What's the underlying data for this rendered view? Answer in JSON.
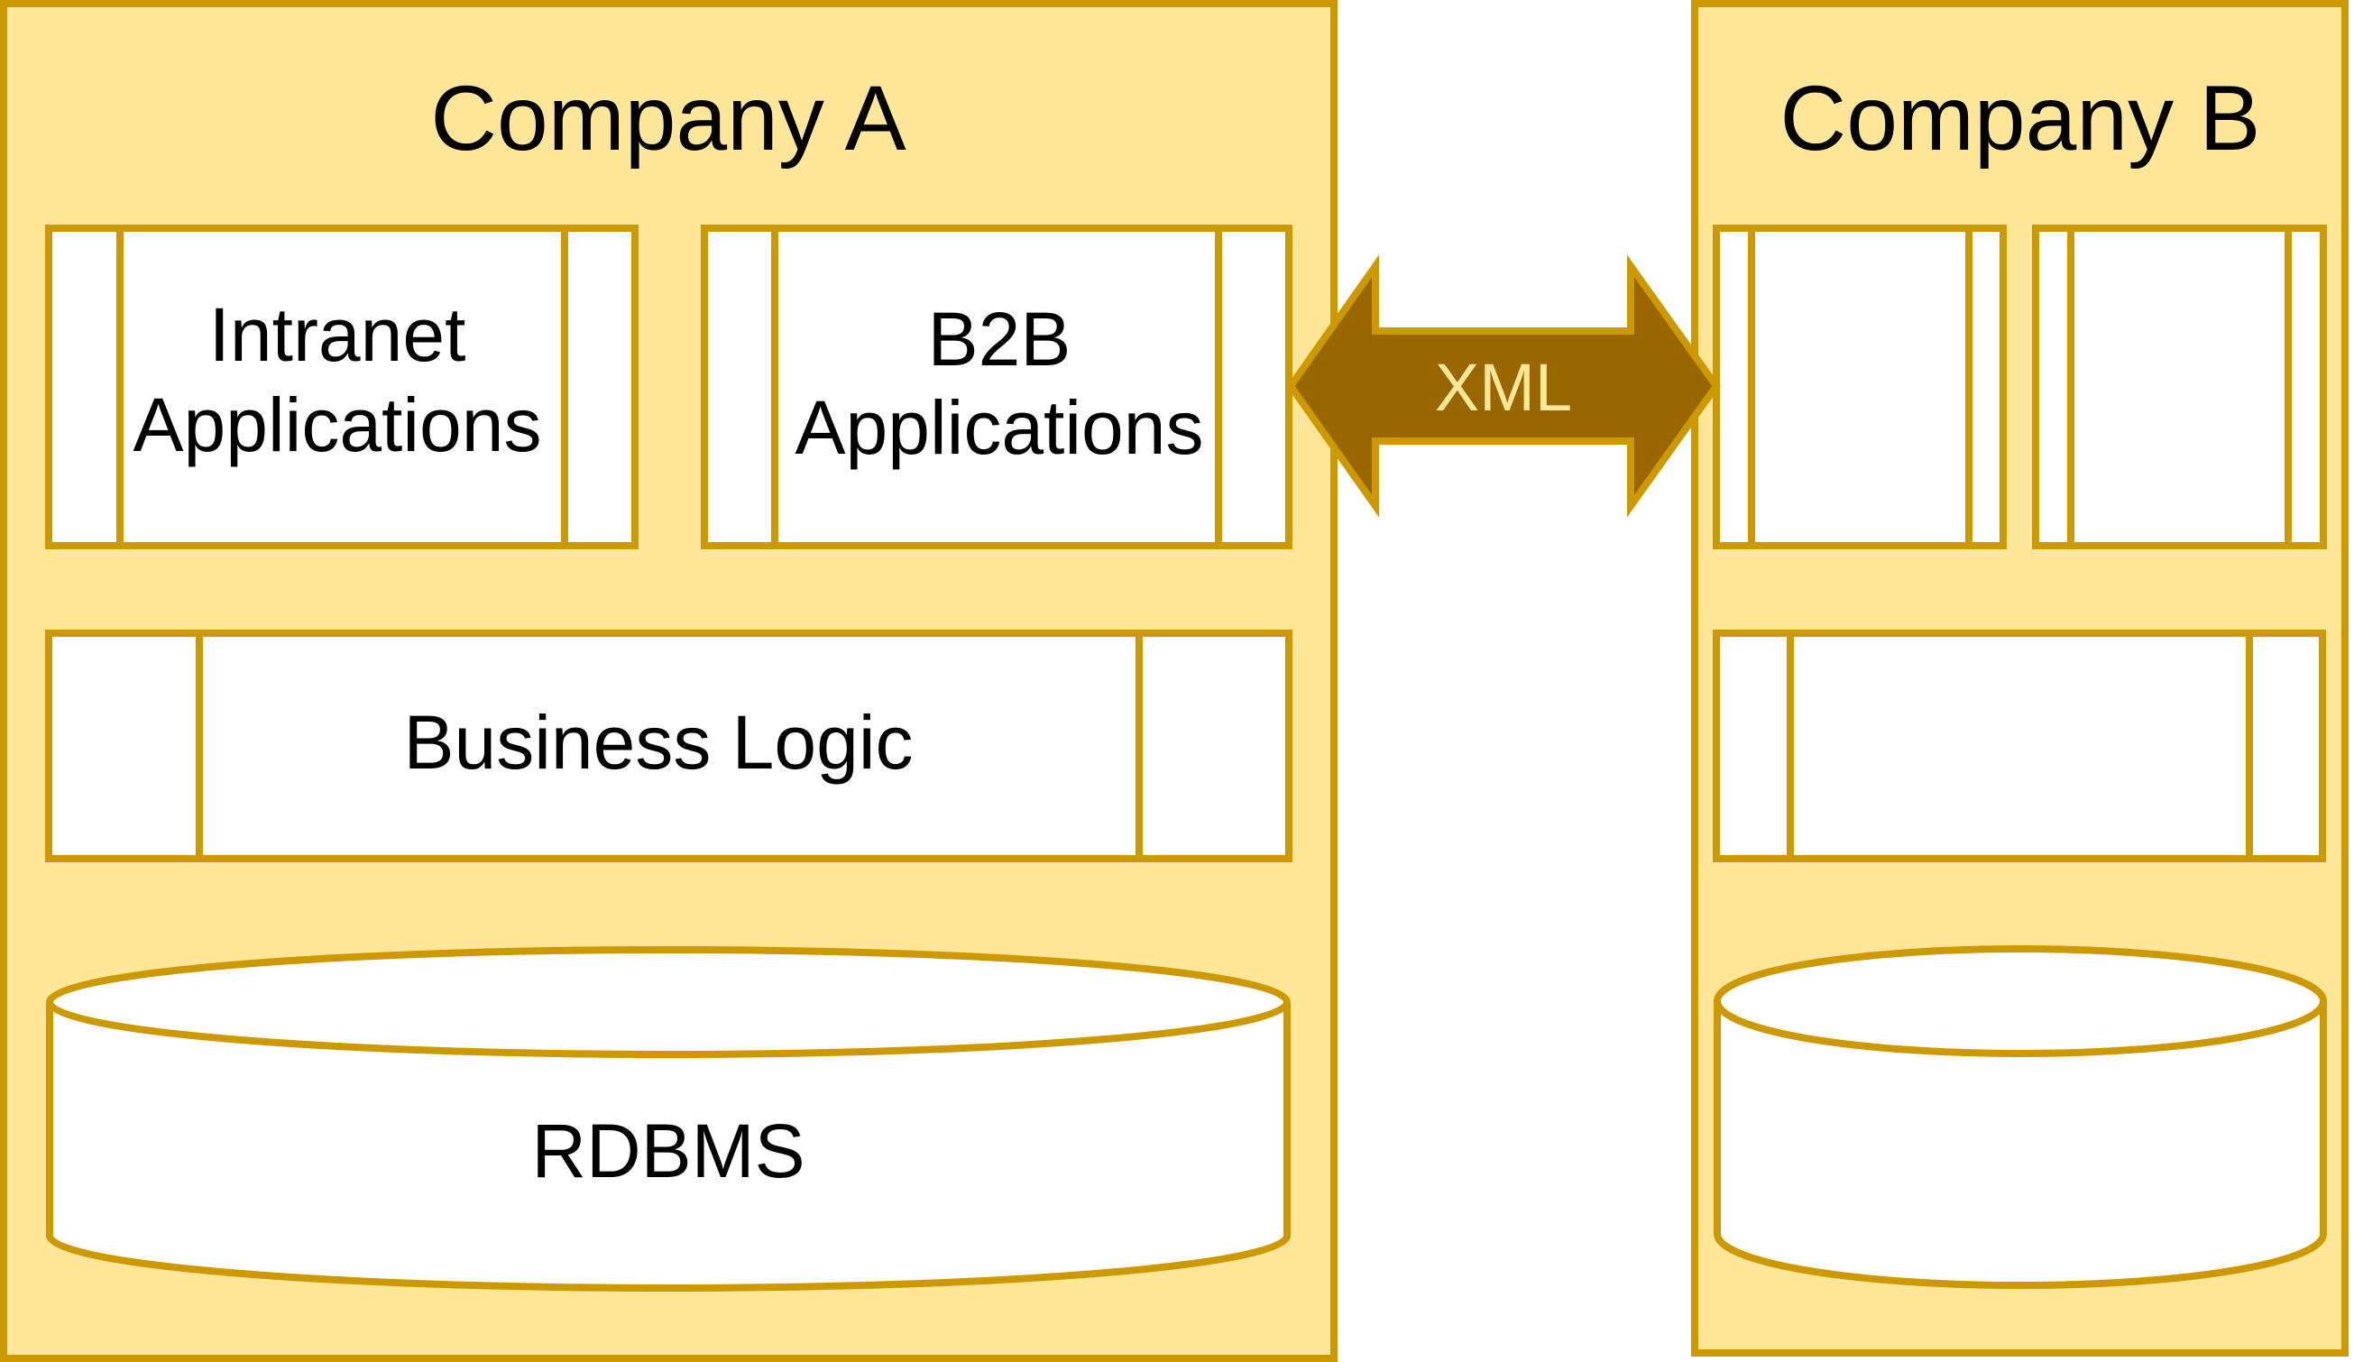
{
  "diagram": {
    "company_a": {
      "title": "Company A",
      "intranet": {
        "line1": "Intranet",
        "line2": "Applications"
      },
      "b2b": {
        "line1": "B2B",
        "line2": "Applications"
      },
      "business_logic": "Business Logic",
      "database": "RDBMS"
    },
    "company_b": {
      "title": "Company B"
    },
    "connector": {
      "label": "XML",
      "direction": "bidirectional"
    }
  },
  "colors": {
    "container_fill": "#FFE699",
    "stroke": "#CC9900",
    "arrow_fill": "#996600",
    "arrow_text": "#FFE699",
    "box_fill": "#FFFFFF"
  }
}
